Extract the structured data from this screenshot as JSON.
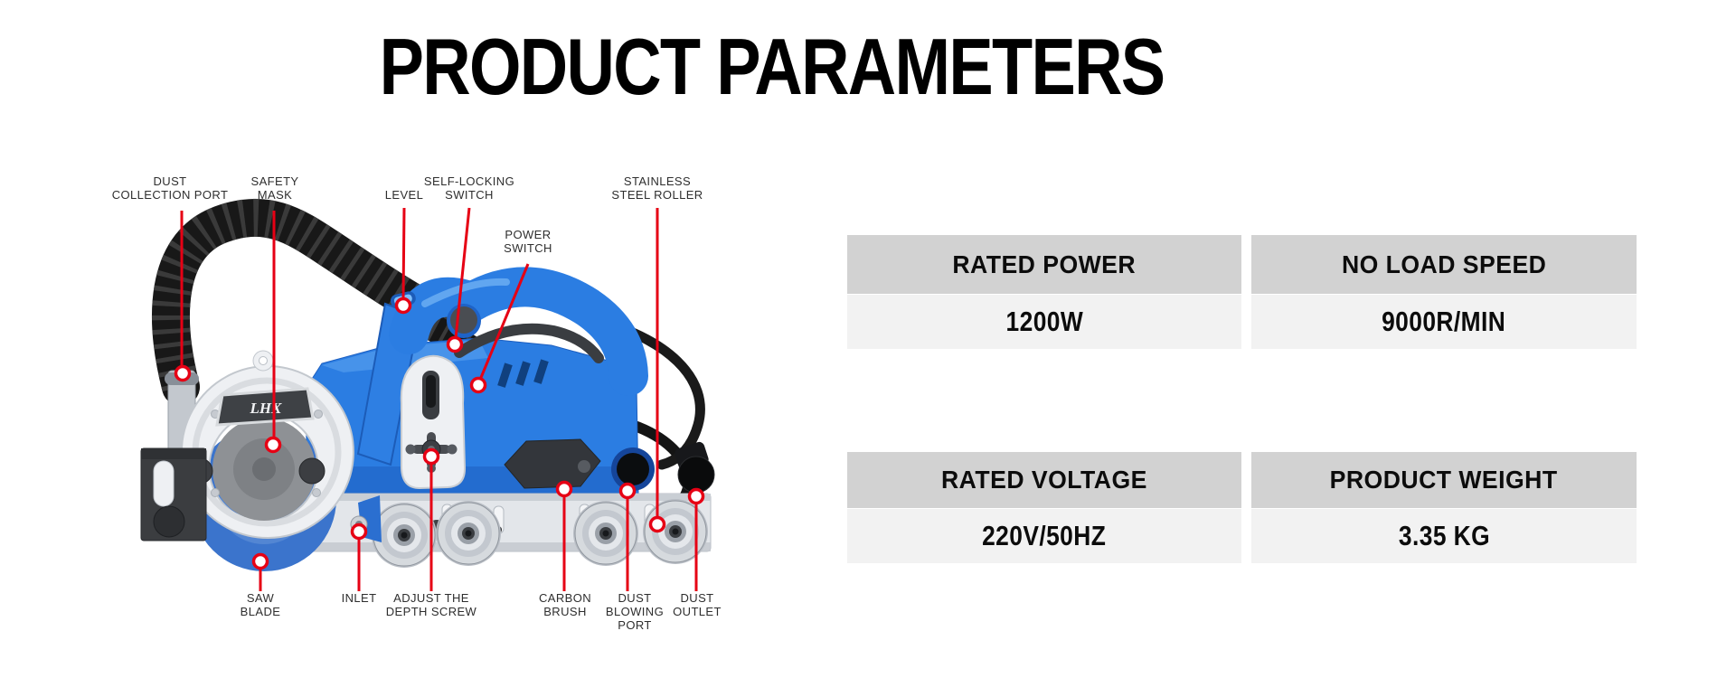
{
  "page": {
    "title": "PRODUCT PARAMETERS"
  },
  "colors": {
    "accent_red": "#e60014",
    "machine_blue": "#2b7de2",
    "machine_blue_dark": "#1d5fc0",
    "table_header_bg": "#d2d2d2",
    "table_value_bg": "#f2f2f2",
    "label_text": "#2e2e2e"
  },
  "diagram": {
    "brand_badge": "LHX",
    "callouts": [
      {
        "id": "dust-collection-port",
        "lines": [
          "DUST",
          "COLLECTION PORT"
        ]
      },
      {
        "id": "safety-mask",
        "lines": [
          "SAFETY",
          "MASK"
        ]
      },
      {
        "id": "level",
        "lines": [
          "LEVEL"
        ]
      },
      {
        "id": "self-locking-switch",
        "lines": [
          "SELF-LOCKING",
          "SWITCH"
        ]
      },
      {
        "id": "power-switch",
        "lines": [
          "POWER",
          "SWITCH"
        ]
      },
      {
        "id": "stainless-steel-roller",
        "lines": [
          "STAINLESS",
          "STEEL ROLLER"
        ]
      },
      {
        "id": "saw-blade",
        "lines": [
          "SAW",
          "BLADE"
        ]
      },
      {
        "id": "inlet",
        "lines": [
          "INLET"
        ]
      },
      {
        "id": "adjust-the-depth-screw",
        "lines": [
          "ADJUST THE",
          "DEPTH SCREW"
        ]
      },
      {
        "id": "carbon-brush",
        "lines": [
          "CARBON",
          "BRUSH"
        ]
      },
      {
        "id": "dust-blowing-port",
        "lines": [
          "DUST",
          "BLOWING",
          "PORT"
        ]
      },
      {
        "id": "dust-outlet",
        "lines": [
          "DUST",
          "OUTLET"
        ]
      }
    ]
  },
  "specs": {
    "cells": [
      {
        "label": "RATED POWER",
        "value": "1200W"
      },
      {
        "label": "NO LOAD SPEED",
        "value": "9000R/MIN"
      },
      {
        "label": "RATED VOLTAGE",
        "value": "220V/50HZ"
      },
      {
        "label": "PRODUCT WEIGHT",
        "value": "3.35 KG"
      }
    ]
  }
}
